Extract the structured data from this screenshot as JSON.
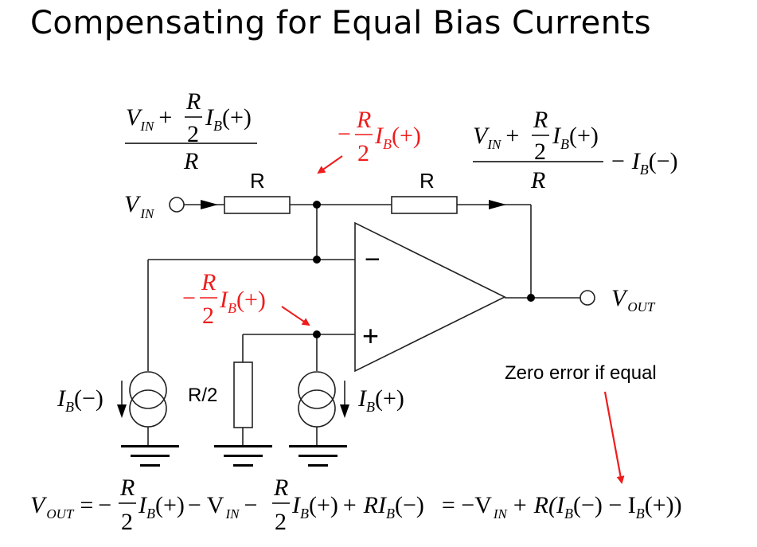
{
  "title": "Compensating for Equal Bias Currents",
  "labels": {
    "r_left": "R",
    "r_right": "R",
    "r_half": "R/2",
    "annotation_zero_error": "Zero error if equal",
    "minus_sign": "−",
    "plus_sign": "+"
  },
  "nodes": {
    "vin": {
      "main": "V",
      "sub": "IN"
    },
    "vout": {
      "main": "V",
      "sub": "OUT"
    }
  },
  "currents": {
    "ib_minus": {
      "main": "I",
      "sub": "B",
      "tail": "(−)"
    },
    "ib_plus": {
      "main": "I",
      "sub": "B",
      "tail": "(+)"
    }
  },
  "expressions": {
    "input_current": {
      "num_vin": "V",
      "num_vin_sub": "IN",
      "plus": "+",
      "frac_num": "R",
      "frac_den": "2",
      "ib": "I",
      "ib_sub": "B",
      "ib_tail": "(+)",
      "den": "R"
    },
    "feedback_current": {
      "num_vin": "V",
      "num_vin_sub": "IN",
      "plus": "+",
      "frac_num": "R",
      "frac_den": "2",
      "ib": "I",
      "ib_sub": "B",
      "ib_tail": "(+)",
      "den": "R",
      "minus_term": "− I",
      "minus_sub": "B",
      "minus_tail": "(−)"
    },
    "node_voltage_inverting": {
      "sign": "−",
      "frac_num": "R",
      "frac_den": "2",
      "ib": "I",
      "ib_sub": "B",
      "ib_tail": "(+)",
      "color": "#ee1c1c"
    },
    "node_voltage_noninverting": {
      "sign": "−",
      "frac_num": "R",
      "frac_den": "2",
      "ib": "I",
      "ib_sub": "B",
      "ib_tail": "(+)",
      "color": "#ee1c1c"
    }
  },
  "equation": {
    "lhs": "V",
    "lhs_sub": "OUT",
    "eq": "=",
    "t1_sign": "−",
    "t1_num": "R",
    "t1_den": "2",
    "t1_i": "I",
    "t1_sub": "B",
    "t1_tail": "(+)",
    "t2": "− V",
    "t2_sub": "IN",
    "t3_sign": "−",
    "t3_num": "R",
    "t3_den": "2",
    "t3_i": "I",
    "t3_sub": "B",
    "t3_tail": "(+)",
    "t4": "+ RI",
    "t4_sub": "B",
    "t4_tail": "(−)",
    "eq2": "= −V",
    "eq2_sub": "IN",
    "t5": "+ R(I",
    "t5_sub": "B",
    "t5_tail": "(−) − I",
    "t5_sub2": "B",
    "t5_tail2": "(+))"
  },
  "colors": {
    "annotation": "#ee1c1c",
    "wire": "#000000"
  }
}
